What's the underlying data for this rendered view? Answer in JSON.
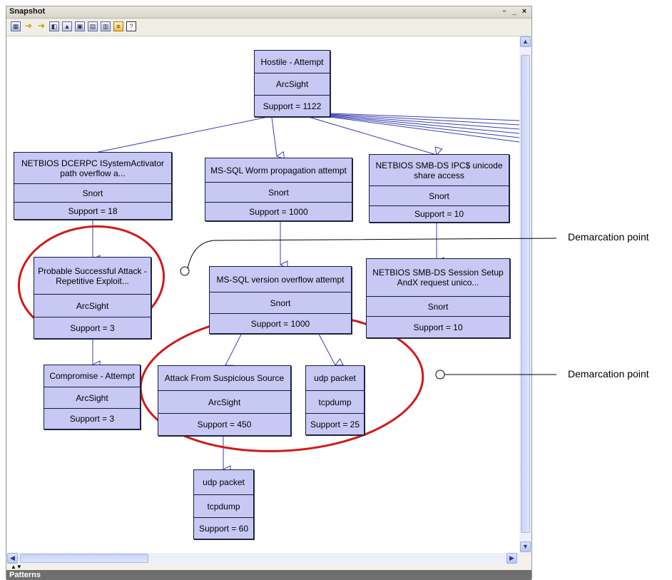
{
  "window": {
    "title": "Snapshot"
  },
  "toolbar": {
    "icons": [
      "graph-icon",
      "arrow-in-icon",
      "arrow-out-icon",
      "layout-icon",
      "chart-icon",
      "zoom-icon",
      "grid-icon",
      "table-icon",
      "list-icon",
      "help-icon"
    ]
  },
  "nodes": {
    "n1": [
      "Hostile - Attempt",
      "ArcSight",
      "Support = 1122"
    ],
    "n2": [
      "NETBIOS DCERPC ISystemActivator path overflow a...",
      "Snort",
      "Support = 18"
    ],
    "n3": [
      "MS-SQL Worm propagation attempt",
      "Snort",
      "Support = 1000"
    ],
    "n4": [
      "NETBIOS SMB-DS IPC$ unicode share access",
      "Snort",
      "Support = 10"
    ],
    "n5": [
      "Probable Successful Attack - Repetitive Exploit...",
      "ArcSight",
      "Support = 3"
    ],
    "n6": [
      "MS-SQL version overflow attempt",
      "Snort",
      "Support = 1000"
    ],
    "n7": [
      "NETBIOS SMB-DS Session Setup AndX request unico...",
      "Snort",
      "Support = 10"
    ],
    "n8": [
      "Compromise - Attempt",
      "ArcSight",
      "Support = 3"
    ],
    "n9": [
      "Attack From Suspicious Source",
      "ArcSight",
      "Support = 450"
    ],
    "n10": [
      "udp packet",
      "tcpdump",
      "Support = 25"
    ],
    "n11": [
      "udp packet",
      "tcpdump",
      "Support = 60"
    ]
  },
  "annotations": {
    "demarcation_1": "Demarcation point",
    "demarcation_2": "Demarcation point"
  },
  "panel": {
    "patterns_label": "Patterns",
    "toggle": "▲▼"
  },
  "colors": {
    "node_fill": "#c8c8f4",
    "edge": "#3b3fb0",
    "highlight_ellipse": "#d11a1a"
  }
}
